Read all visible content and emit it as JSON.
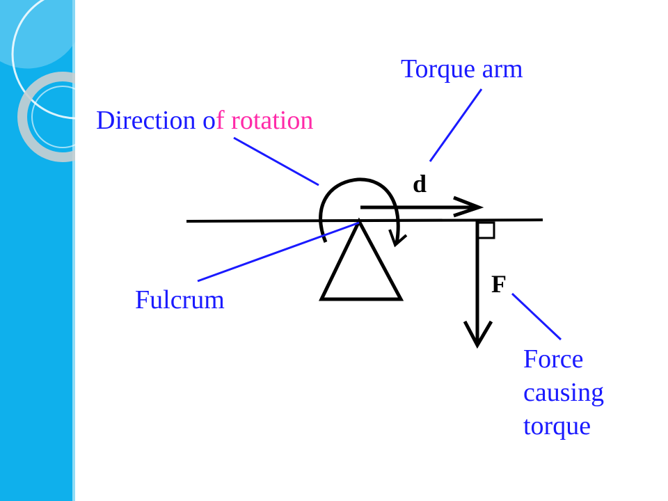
{
  "theme": {
    "side_panel_color": "#0fb0ec",
    "side_panel_edge_color": "#8fdcf6",
    "label_color": "#1a1aff",
    "highlight_color": "#ff2aa8",
    "ink_color": "#000000"
  },
  "labels": {
    "direction_part1": "Direction o",
    "direction_part2": "f rotation",
    "torque_arm": "Torque arm",
    "fulcrum": "Fulcrum",
    "force_line1": "Force",
    "force_line2": "causing",
    "force_line3": "torque",
    "d_symbol": "d",
    "f_symbol": "F"
  }
}
